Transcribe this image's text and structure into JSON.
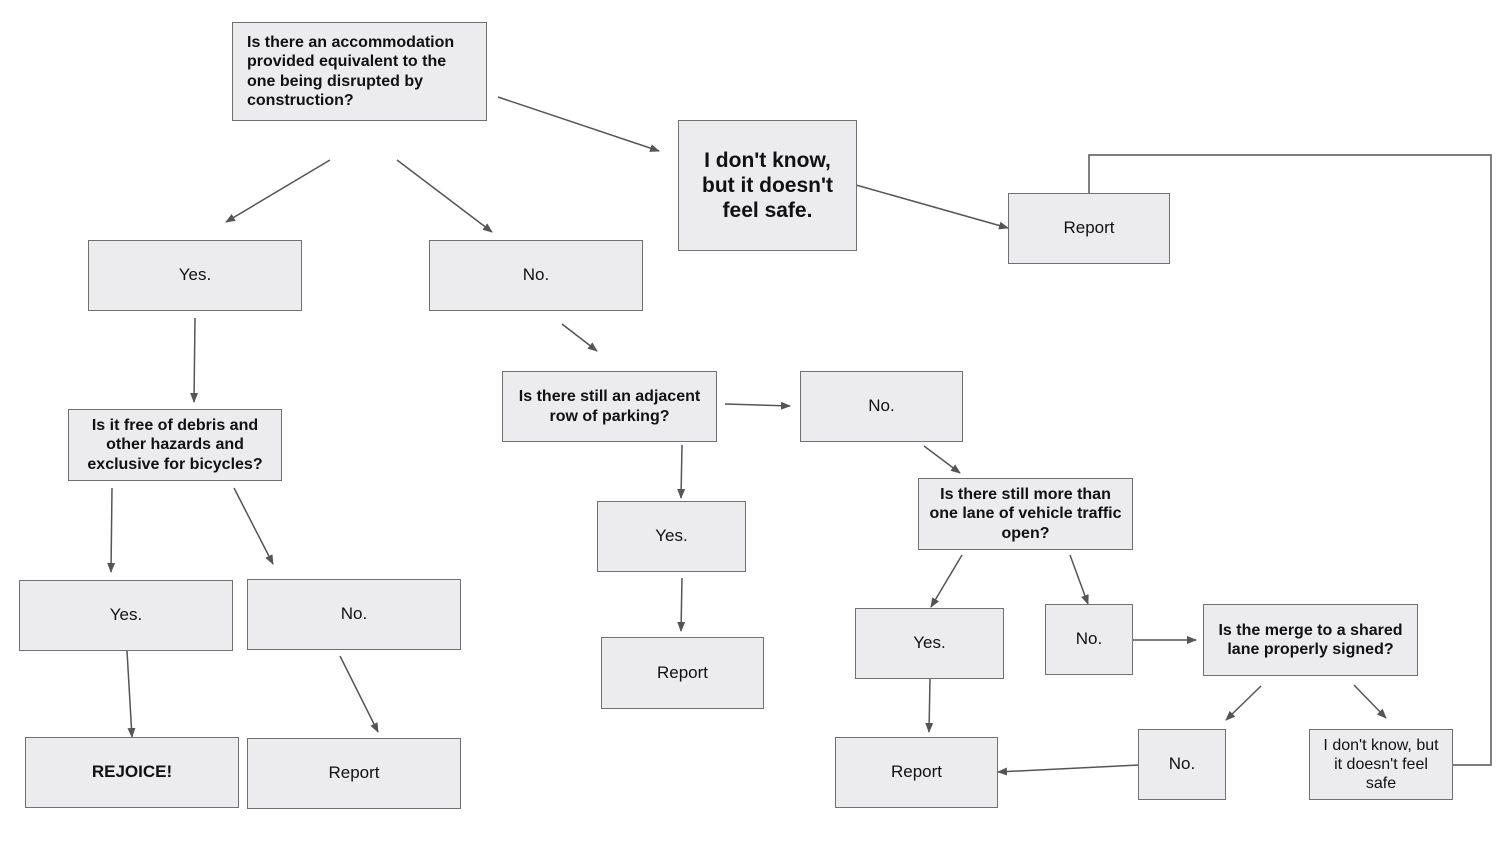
{
  "nodes": {
    "q_accommodation": "Is there an accommodation provided  equivalent to the one being disrupted by construction?",
    "dont_know_top": "I don't know, but it doesn't feel safe.",
    "report_top": "Report",
    "yes_1": "Yes.",
    "no_1": "No.",
    "q_debris": "Is it free of debris and other hazards and exclusive for bicycles?",
    "yes_debris": "Yes.",
    "no_debris": "No.",
    "rejoice": "REJOICE!",
    "report_debris": "Report",
    "q_parking": "Is there still an adjacent row of parking?",
    "no_parking": "No.",
    "yes_parking": "Yes.",
    "report_parking": "Report",
    "q_lanes": "Is there still more than one lane of vehicle traffic open?",
    "yes_lanes": "Yes.",
    "no_lanes": "No.",
    "q_merge": "Is the merge to a shared lane properly signed?",
    "report_lanes": "Report",
    "no_merge": "No.",
    "dont_know_merge": "I don't know, but it doesn't feel safe"
  }
}
